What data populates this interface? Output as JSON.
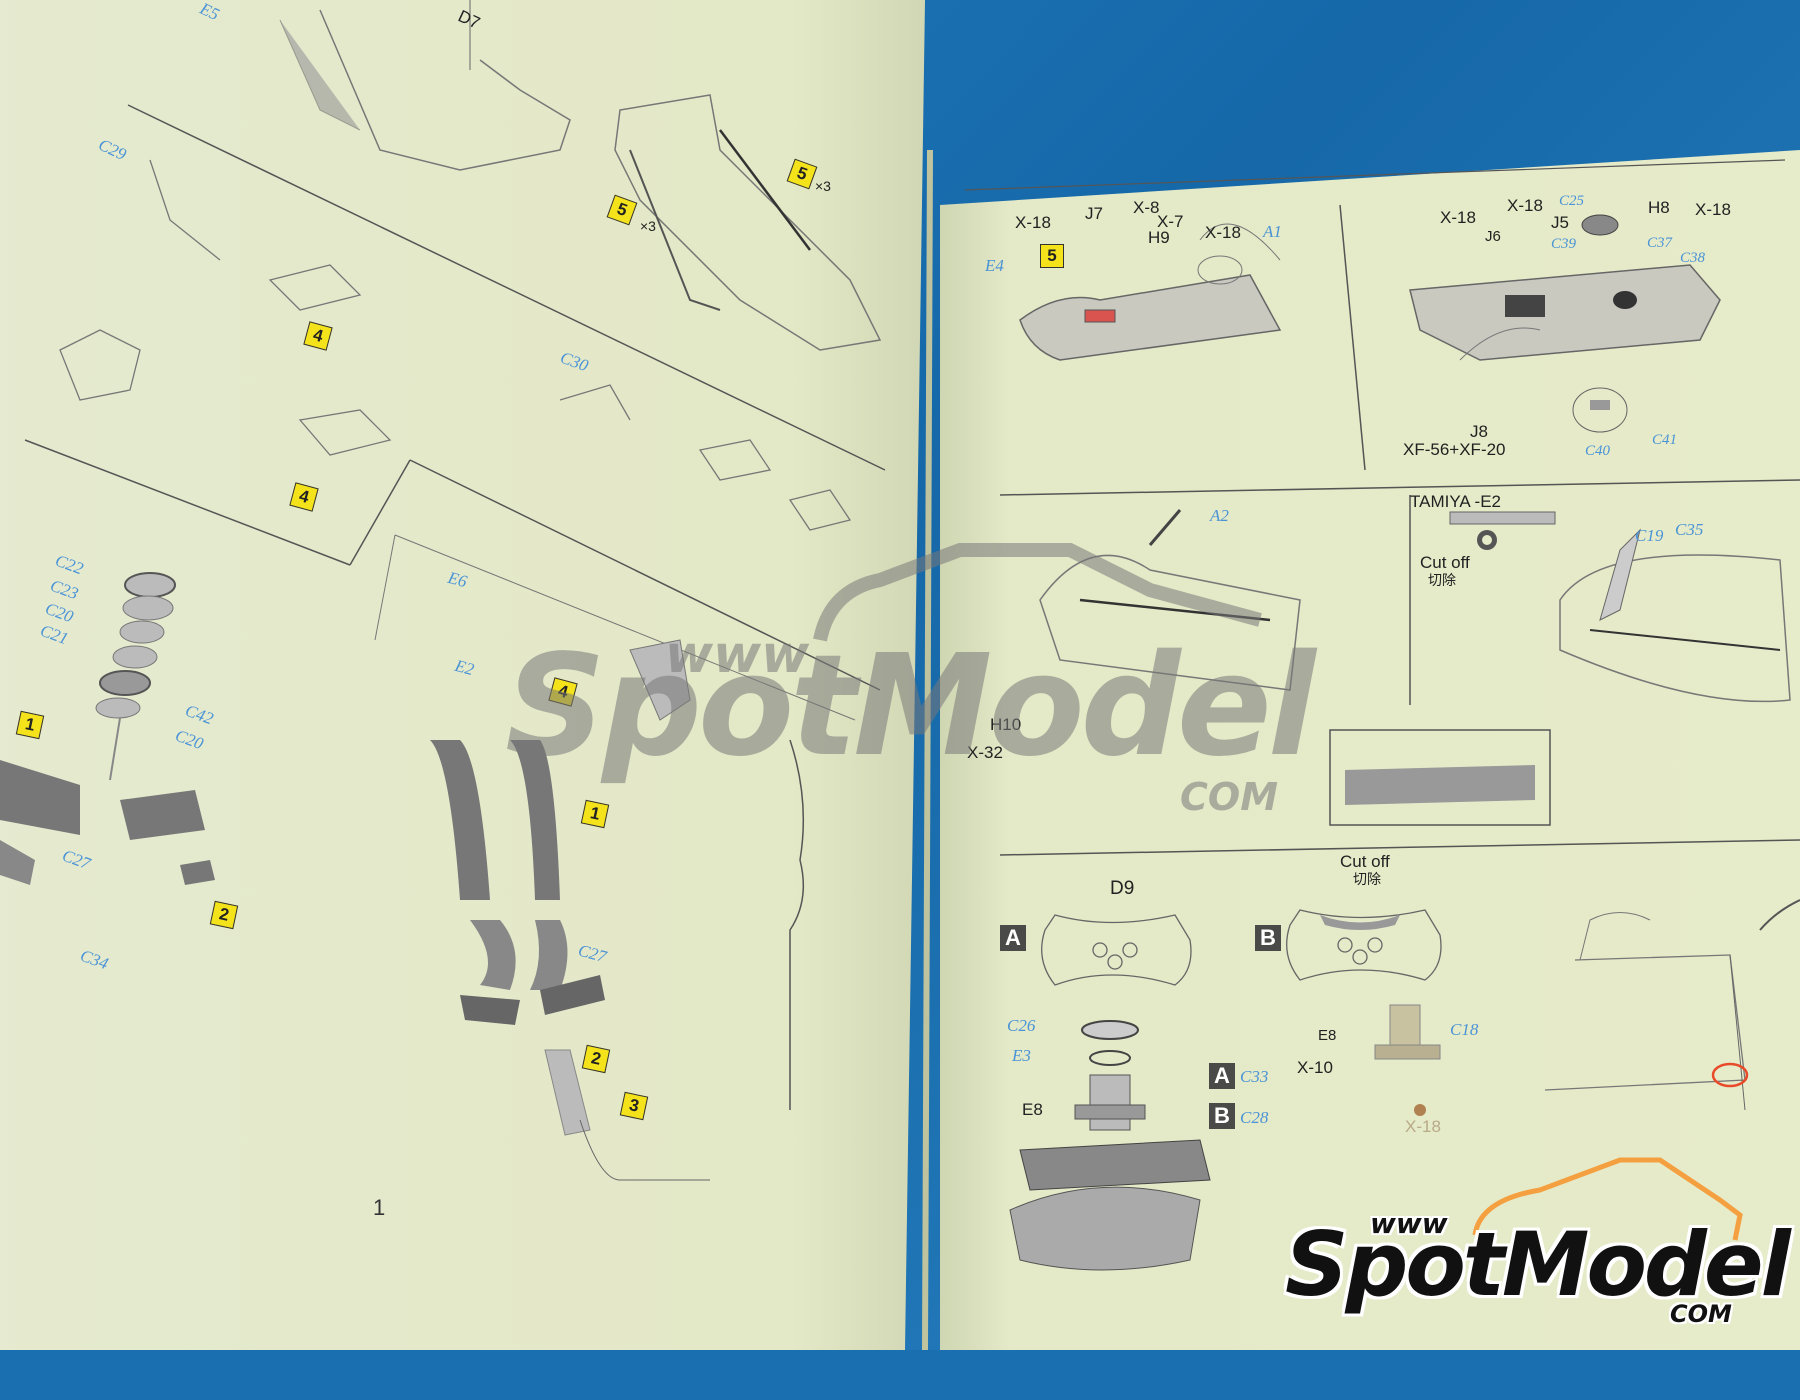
{
  "booklet": {
    "type": "model kit assembly instructions (photographed)",
    "left_page": {
      "page_number": "1",
      "part_labels_blue": [
        "E5",
        "C29",
        "C30",
        "C22",
        "C23",
        "C20",
        "C21",
        "C42",
        "C20",
        "C27",
        "C34",
        "E6",
        "E2",
        "C27"
      ],
      "part_labels_black": [
        "D7"
      ],
      "step_boxes": [
        {
          "num": "5",
          "qty": "×3"
        },
        {
          "num": "5",
          "qty": "×3"
        },
        {
          "num": "4"
        },
        {
          "num": "4"
        },
        {
          "num": "4"
        },
        {
          "num": "1"
        },
        {
          "num": "2"
        },
        {
          "num": "1"
        },
        {
          "num": "2"
        },
        {
          "num": "3"
        }
      ]
    },
    "right_page": {
      "panel_1": {
        "labels_black": [
          "X-18",
          "J7",
          "X-8",
          "X-7",
          "H9",
          "X-18"
        ],
        "labels_blue": [
          "A1",
          "E4"
        ],
        "step_box": "5"
      },
      "panel_2": {
        "labels_black": [
          "X-18",
          "X-18",
          "J5",
          "H8",
          "X-18",
          "J6",
          "J8",
          "XF-56+XF-20"
        ],
        "labels_blue": [
          "C25",
          "C39",
          "C37",
          "C38",
          "C40",
          "C41"
        ]
      },
      "panel_3": {
        "labels_black": [
          "H10",
          "X-32"
        ],
        "labels_blue": [
          "A2"
        ]
      },
      "panel_4": {
        "title": "TAMIYA -E2",
        "cut_note_en": "Cut off",
        "cut_note_cn": "切除",
        "labels_blue": [
          "C19",
          "C35"
        ]
      },
      "panel_5": {
        "variant_a": "A",
        "variant_b": "B",
        "wheel_part": "D9",
        "cut_note_en": "Cut off",
        "cut_note_cn": "切除",
        "labels_blue": [
          "C26",
          "E3",
          "C33",
          "C28",
          "C18"
        ],
        "labels_black": [
          "E8",
          "E8",
          "X-10",
          "X-18"
        ],
        "variant_parts": [
          {
            "variant": "A",
            "part": "C33"
          },
          {
            "variant": "B",
            "part": "C28"
          }
        ]
      }
    }
  },
  "watermark": {
    "www": "www",
    "brand": "SpotModel",
    "com": "COM"
  },
  "logo": {
    "www": "www",
    "brand": "SpotModel",
    "com": "COM",
    "accent_color": "#f5a040"
  },
  "colors": {
    "background_blue": "#1f7dc0",
    "paper": "#e6ebc9",
    "part_label_blue": "#4a93d6",
    "step_box_yellow": "#f4e21a",
    "variant_box_dark": "#4a4a48",
    "highlight_red": "#e84a2a"
  }
}
